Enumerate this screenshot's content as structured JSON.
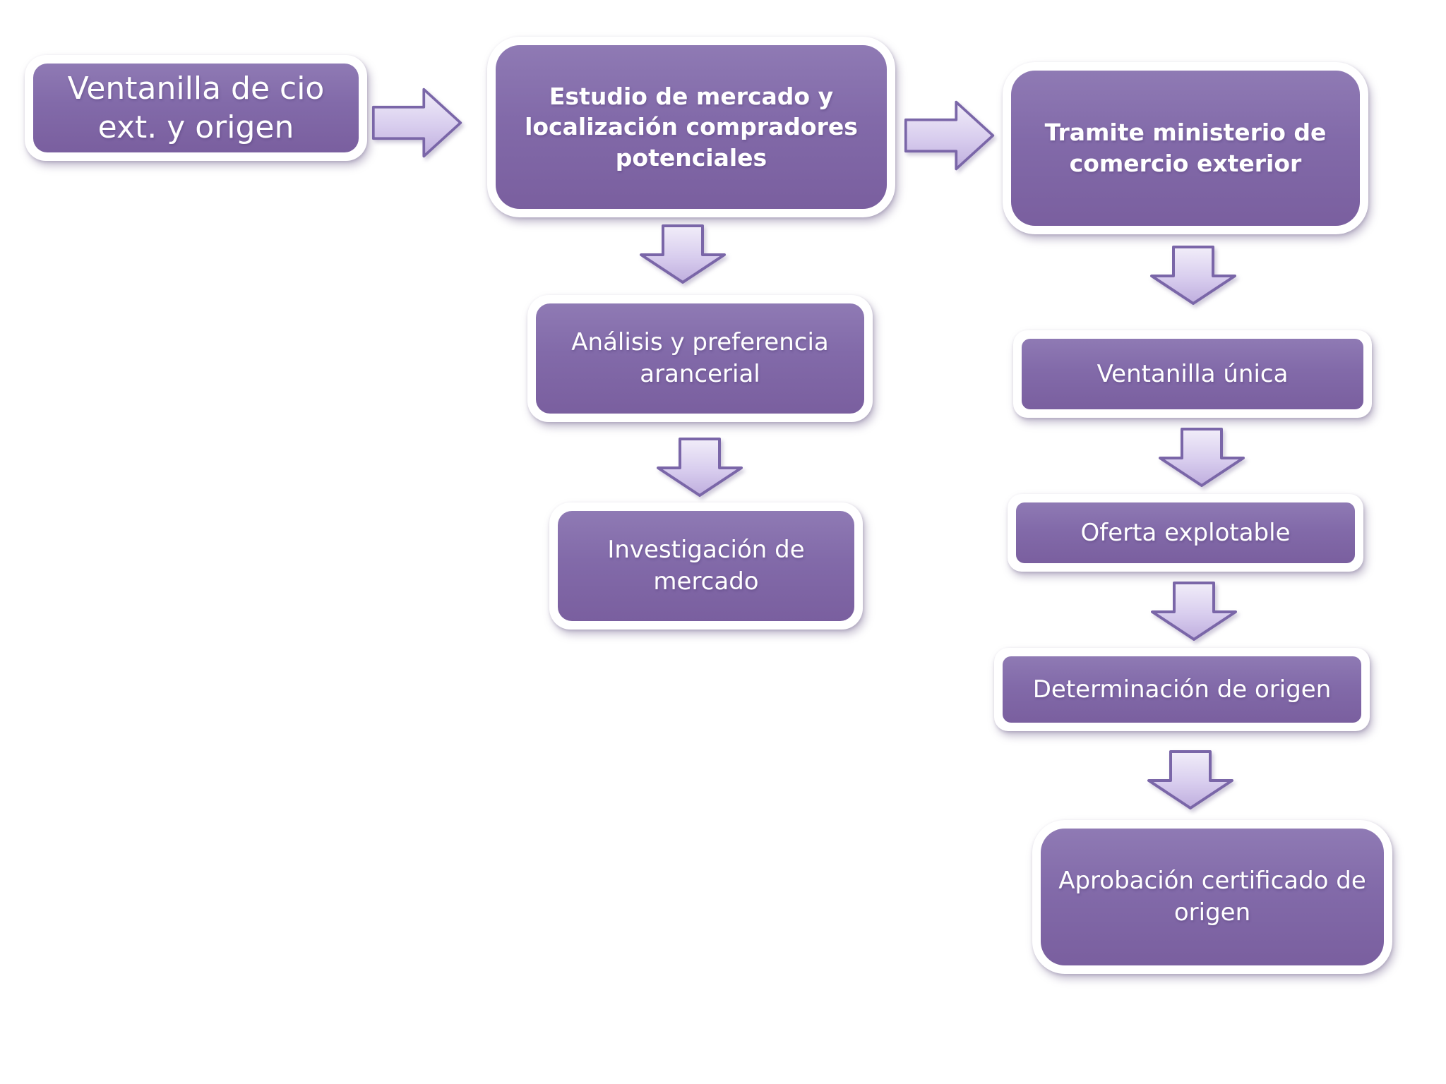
{
  "diagram": {
    "background": "#ffffff",
    "node_fill_top": "#8f7ab4",
    "node_fill_bottom": "#7a5f9f",
    "node_frame_color": "#ffffff",
    "node_text_color": "#ffffff",
    "arrow_fill_light": "#f1edf9",
    "arrow_fill_dark": "#bfaede",
    "arrow_outline": "#7a66a8",
    "nodes": {
      "ventanilla_cio": {
        "label": "Ventanilla de cio ext.  y origen"
      },
      "estudio_mercado": {
        "label": "Estudio de mercado y localización compradores potenciales"
      },
      "tramite_ministerio": {
        "label": "Tramite ministerio de comercio exterior"
      },
      "analisis_preferencia": {
        "label": "Análisis y preferencia arancerial"
      },
      "investigacion_mercado": {
        "label": "Investigación de mercado"
      },
      "ventanilla_unica": {
        "label": "Ventanilla única"
      },
      "oferta_explotable": {
        "label": "Oferta explotable"
      },
      "determinacion_origen": {
        "label": "Determinación de origen"
      },
      "aprobacion_certificado": {
        "label": "Aprobación certificado de origen"
      }
    },
    "flow": [
      {
        "from": "ventanilla_cio",
        "to": "estudio_mercado",
        "direction": "right"
      },
      {
        "from": "estudio_mercado",
        "to": "tramite_ministerio",
        "direction": "right"
      },
      {
        "from": "estudio_mercado",
        "to": "analisis_preferencia",
        "direction": "down"
      },
      {
        "from": "analisis_preferencia",
        "to": "investigacion_mercado",
        "direction": "down"
      },
      {
        "from": "tramite_ministerio",
        "to": "ventanilla_unica",
        "direction": "down"
      },
      {
        "from": "ventanilla_unica",
        "to": "oferta_explotable",
        "direction": "down"
      },
      {
        "from": "oferta_explotable",
        "to": "determinacion_origen",
        "direction": "down"
      },
      {
        "from": "determinacion_origen",
        "to": "aprobacion_certificado",
        "direction": "down"
      }
    ]
  }
}
